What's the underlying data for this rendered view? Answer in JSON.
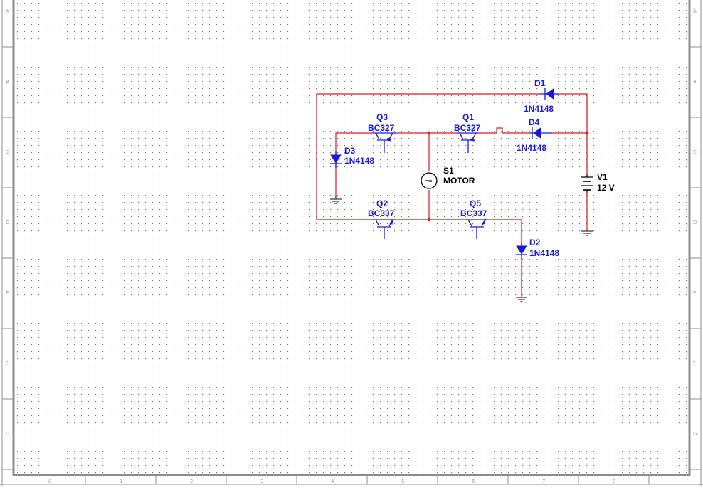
{
  "sheet": {
    "rows": [
      "A",
      "B",
      "C",
      "D",
      "E",
      "F",
      "G"
    ],
    "columns": [
      "0",
      "1",
      "2",
      "3",
      "4",
      "5",
      "6",
      "7",
      "8"
    ]
  },
  "components": {
    "d1": {
      "ref": "D1",
      "value": "1N4148"
    },
    "d2": {
      "ref": "D2",
      "value": "1N4148"
    },
    "d3": {
      "ref": "D3",
      "value": "1N4148"
    },
    "d4": {
      "ref": "D4",
      "value": "1N4148"
    },
    "q1": {
      "ref": "Q1",
      "value": "BC327"
    },
    "q2": {
      "ref": "Q2",
      "value": "BC337"
    },
    "q3": {
      "ref": "Q3",
      "value": "BC327"
    },
    "q5": {
      "ref": "Q5",
      "value": "BC337"
    },
    "s1": {
      "ref": "S1",
      "value": "MOTOR"
    },
    "v1": {
      "ref": "V1",
      "value": "12 V"
    }
  },
  "colors": {
    "wire": "#e01818",
    "component": "#1a1ad6",
    "frame": "#8c8c8c"
  }
}
